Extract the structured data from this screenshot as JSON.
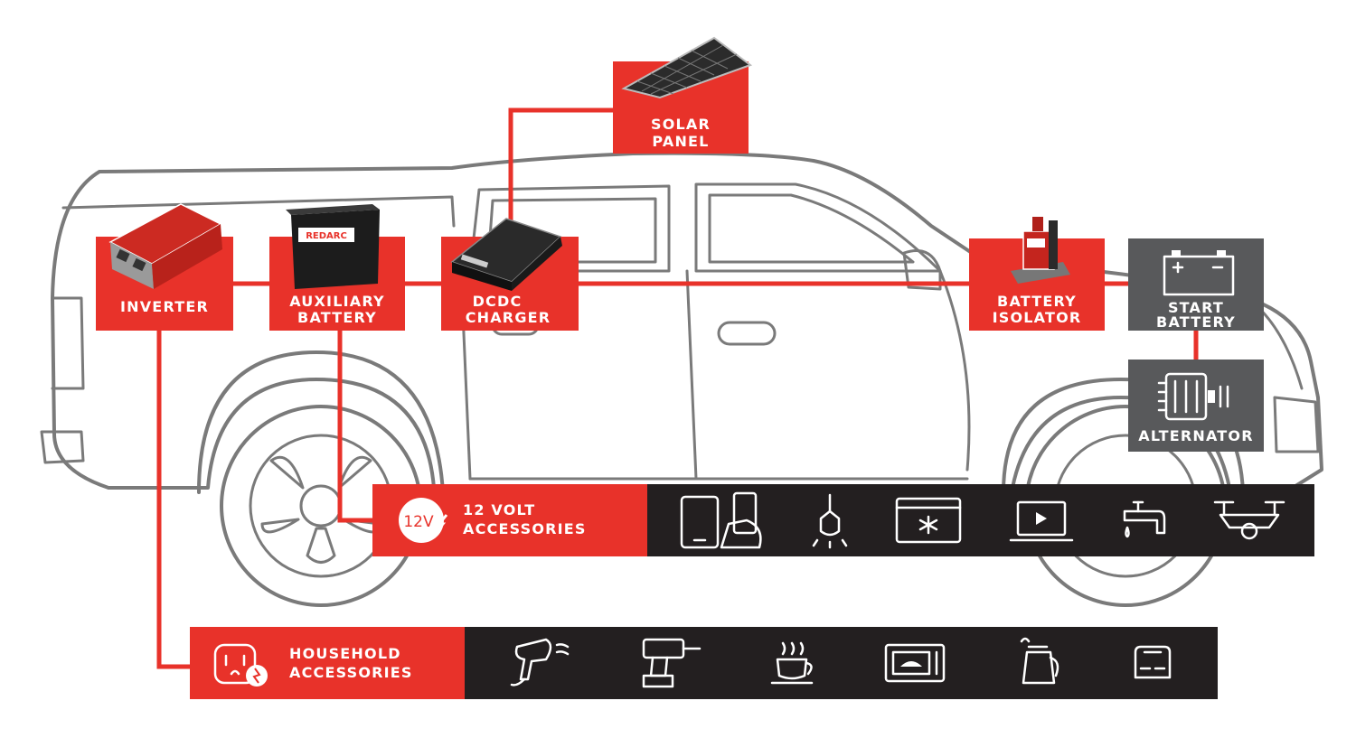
{
  "colors": {
    "red": "#e8322a",
    "dark": "#231f20",
    "grey": "#58595b",
    "outline": "#7a7a7a",
    "white": "#ffffff"
  },
  "components": {
    "solar_panel": [
      "SOLAR",
      "PANEL"
    ],
    "inverter": [
      "INVERTER"
    ],
    "auxiliary_battery": [
      "AUXILIARY",
      "BATTERY"
    ],
    "dcdc_charger": [
      "DCDC",
      "CHARGER"
    ],
    "battery_isolator": [
      "BATTERY",
      "ISOLATOR"
    ],
    "start_battery": [
      "START",
      "BATTERY"
    ],
    "alternator": [
      "ALTERNATOR"
    ]
  },
  "product_brand": "REDARC",
  "twelve_volt": {
    "badge": "12V",
    "label": [
      "12 VOLT",
      "ACCESSORIES"
    ],
    "icons": [
      "phone-tablet-icon",
      "light-bulb-icon",
      "fridge-icon",
      "laptop-icon",
      "water-tap-icon",
      "drone-icon"
    ]
  },
  "household": {
    "label": [
      "HOUSEHOLD",
      "ACCESSORIES"
    ],
    "icons": [
      "hair-dryer-icon",
      "power-drill-icon",
      "coffee-cup-icon",
      "microwave-icon",
      "kettle-icon",
      "toaster-icon"
    ]
  }
}
